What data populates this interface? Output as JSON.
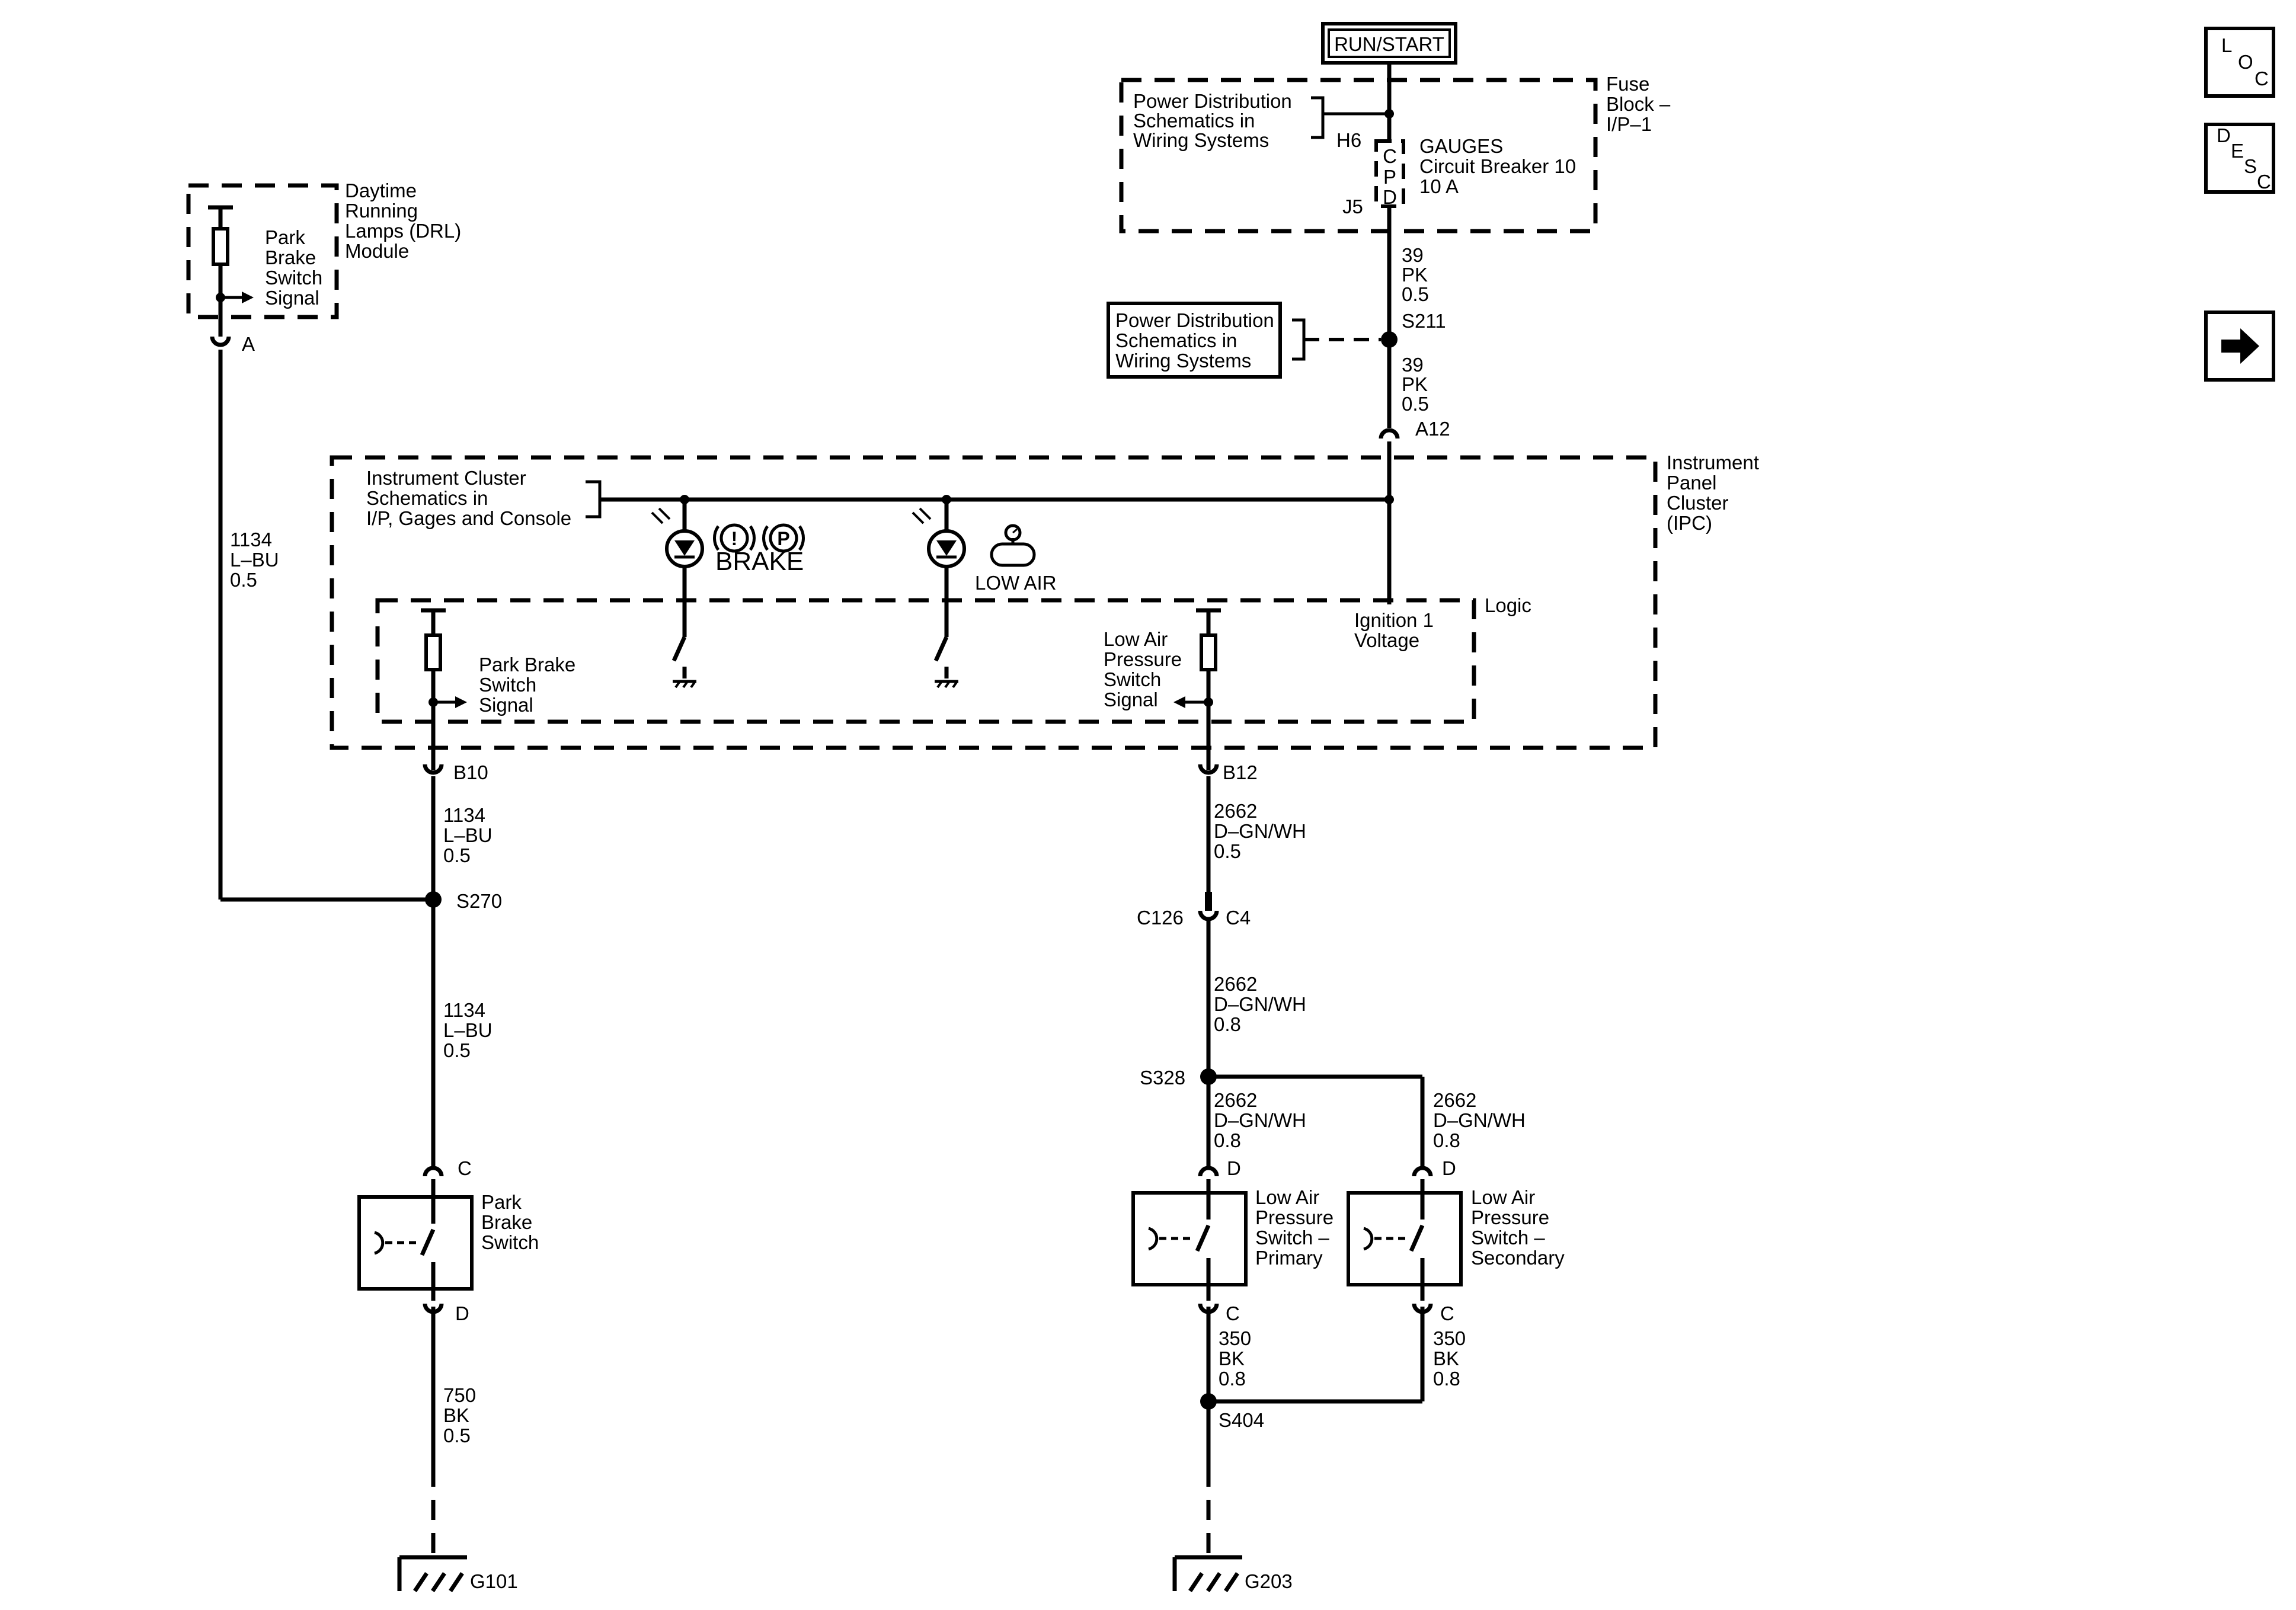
{
  "power": {
    "run_start": "RUN/START"
  },
  "fuse_block": {
    "label": [
      "Fuse",
      "Block –",
      "I/P–1"
    ],
    "ref": [
      "Power Distribution",
      "Schematics in",
      "Wiring Systems"
    ],
    "pin_in": "H6",
    "pin_out": "J5",
    "cpd": [
      "C",
      "P",
      "D"
    ],
    "breaker": [
      "GAUGES",
      "Circuit Breaker 10",
      "10 A"
    ]
  },
  "wires": {
    "w39a": [
      "39",
      "PK",
      "0.5"
    ],
    "w39b": [
      "39",
      "PK",
      "0.5"
    ],
    "drl_wire": [
      "1134",
      "L–BU",
      "0.5"
    ],
    "b10_wire": [
      "1134",
      "L–BU",
      "0.5"
    ],
    "s270_wire": [
      "1134",
      "L–BU",
      "0.5"
    ],
    "gnd_wire": [
      "750",
      "BK",
      "0.5"
    ],
    "b12_wire": [
      "2662",
      "D–GN/WH",
      "0.5"
    ],
    "c4_wire": [
      "2662",
      "D–GN/WH",
      "0.8"
    ],
    "prim_wire": [
      "2662",
      "D–GN/WH",
      "0.8"
    ],
    "sec_wire": [
      "2662",
      "D–GN/WH",
      "0.8"
    ],
    "prim_bk": [
      "350",
      "BK",
      "0.8"
    ],
    "sec_bk": [
      "350",
      "BK",
      "0.8"
    ]
  },
  "splice": {
    "s211": "S211",
    "s270": "S270",
    "s328": "S328",
    "s404": "S404"
  },
  "splice_ref": [
    "Power Distribution",
    "Schematics in",
    "Wiring Systems"
  ],
  "connectors": {
    "a12": "A12",
    "a": "A",
    "b10": "B10",
    "b12": "B12",
    "c126": "C126",
    "c4": "C4",
    "pb_c": "C",
    "pb_d": "D",
    "prim_d": "D",
    "prim_c": "C",
    "sec_d": "D",
    "sec_c": "C"
  },
  "drl": {
    "label": [
      "Daytime",
      "Running",
      "Lamps (DRL)",
      "Module"
    ],
    "signal": [
      "Park",
      "Brake",
      "Switch",
      "Signal"
    ]
  },
  "ipc": {
    "label": [
      "Instrument",
      "Panel",
      "Cluster",
      "(IPC)"
    ],
    "ref": [
      "Instrument Cluster",
      "Schematics in",
      "I/P, Gages and Console"
    ],
    "logic": "Logic",
    "ign": [
      "Ignition 1",
      "Voltage"
    ],
    "brake_text": "BRAKE",
    "lowair_text": "LOW AIR",
    "pb_signal": [
      "Park Brake",
      "Switch",
      "Signal"
    ],
    "la_signal": [
      "Low Air",
      "Pressure",
      "Switch",
      "Signal"
    ]
  },
  "switches": {
    "park": [
      "Park",
      "Brake",
      "Switch"
    ],
    "primary": [
      "Low Air",
      "Pressure",
      "Switch –",
      "Primary"
    ],
    "secondary": [
      "Low Air",
      "Pressure",
      "Switch –",
      "Secondary"
    ]
  },
  "grounds": {
    "g101": "G101",
    "g203": "G203"
  },
  "nav": {
    "loc": [
      "L",
      "O",
      "C"
    ],
    "desc": [
      "D",
      "E",
      "S",
      "C"
    ]
  }
}
